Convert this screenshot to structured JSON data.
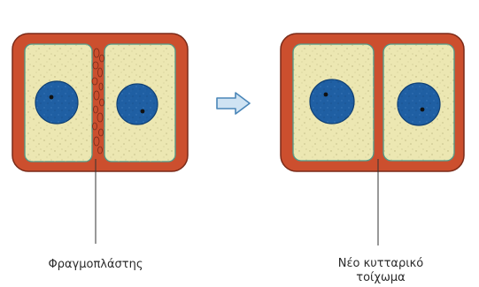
{
  "labels": {
    "phragmoplast": "Φραγμοπλάστης",
    "new_wall_line1": "Νέο κυτταρικό",
    "new_wall_line2": "τοίχωμα"
  },
  "colors": {
    "wall": "#cc4f2e",
    "wall_outline": "#7a2a18",
    "cytoplasm": "#ece7b2",
    "membrane": "#4e9a8a",
    "nucleus": "#1f5fa3",
    "nucleolus": "#111111",
    "arrow_fill": "#cfe3f3",
    "arrow_stroke": "#4a86b8"
  },
  "icons": {
    "transition": "right-arrow-icon"
  }
}
